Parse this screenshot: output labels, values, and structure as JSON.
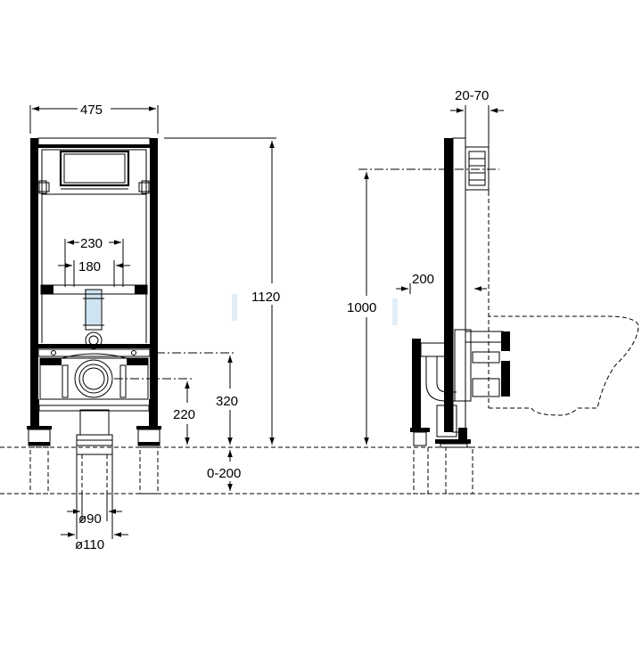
{
  "dimensions": {
    "frame_width": "475",
    "wall_gap": "20-70",
    "flush_outer": "230",
    "flush_inner": "180",
    "frame_height": "1120",
    "bowl_height": "1000",
    "bracket_depth": "200",
    "drain_height": "320",
    "supply_height": "220",
    "floor_range": "0-200",
    "pipe_small": "ø90",
    "pipe_large": "ø110"
  },
  "colors": {
    "line": "#000000",
    "watermark": "#cfe4f2"
  }
}
